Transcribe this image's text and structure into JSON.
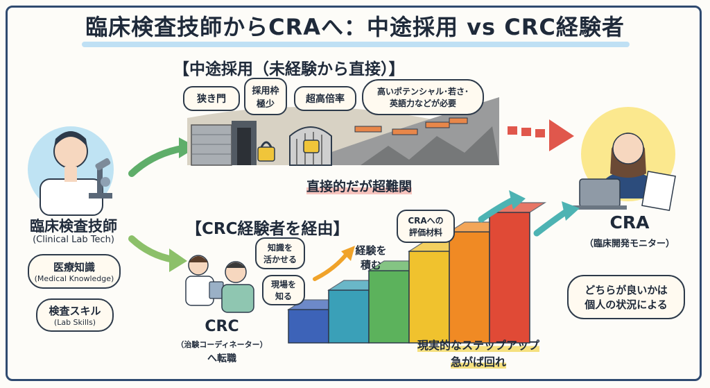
{
  "title": "臨床検査技師からCRAへ：中途採用 vs CRC経験者",
  "lab_tech": {
    "label": "臨床検査技師",
    "label_en": "(Clinical Lab Tech)",
    "skill1": "医療知識",
    "skill1_en": "(Medical Knowledge)",
    "skill2": "検査スキル",
    "skill2_en": "(Lab Skills)"
  },
  "direct_route": {
    "heading": "【中途採用（未経験から直接）】",
    "bubbles": [
      "狭き門",
      "採用枠\n極少",
      "超高倍率",
      "高いポテンシャル･若さ･\n英語力などが必要"
    ],
    "caption": "直接的だが超難関"
  },
  "crc_route": {
    "heading": "【CRC経験者を経由】",
    "bubbles": [
      "知識を\n活かせる",
      "現場を\n知る"
    ],
    "crc_label": "CRC",
    "crc_sub": "（治験コーディネーター）",
    "crc_sub2": "へ転職",
    "step_label": "経験を\n積む",
    "eval_bubble": "CRAへの\n評価材料",
    "caption_line1": "現実的なステップアップ",
    "caption_line2": "急がば回れ"
  },
  "cra": {
    "label": "CRA",
    "sub": "（臨床開発モニター）",
    "advice": "どちらが良いかは\n個人の状況による"
  },
  "colors": {
    "frame": "#2f4a70",
    "arrow_green": "#5fae6a",
    "arrow_red": "#e0574c",
    "arrow_teal": "#4db3b3",
    "steps": [
      "#3d63b8",
      "#3aa0b8",
      "#5cb25c",
      "#f0c22e",
      "#f08a24",
      "#e04a36"
    ]
  }
}
